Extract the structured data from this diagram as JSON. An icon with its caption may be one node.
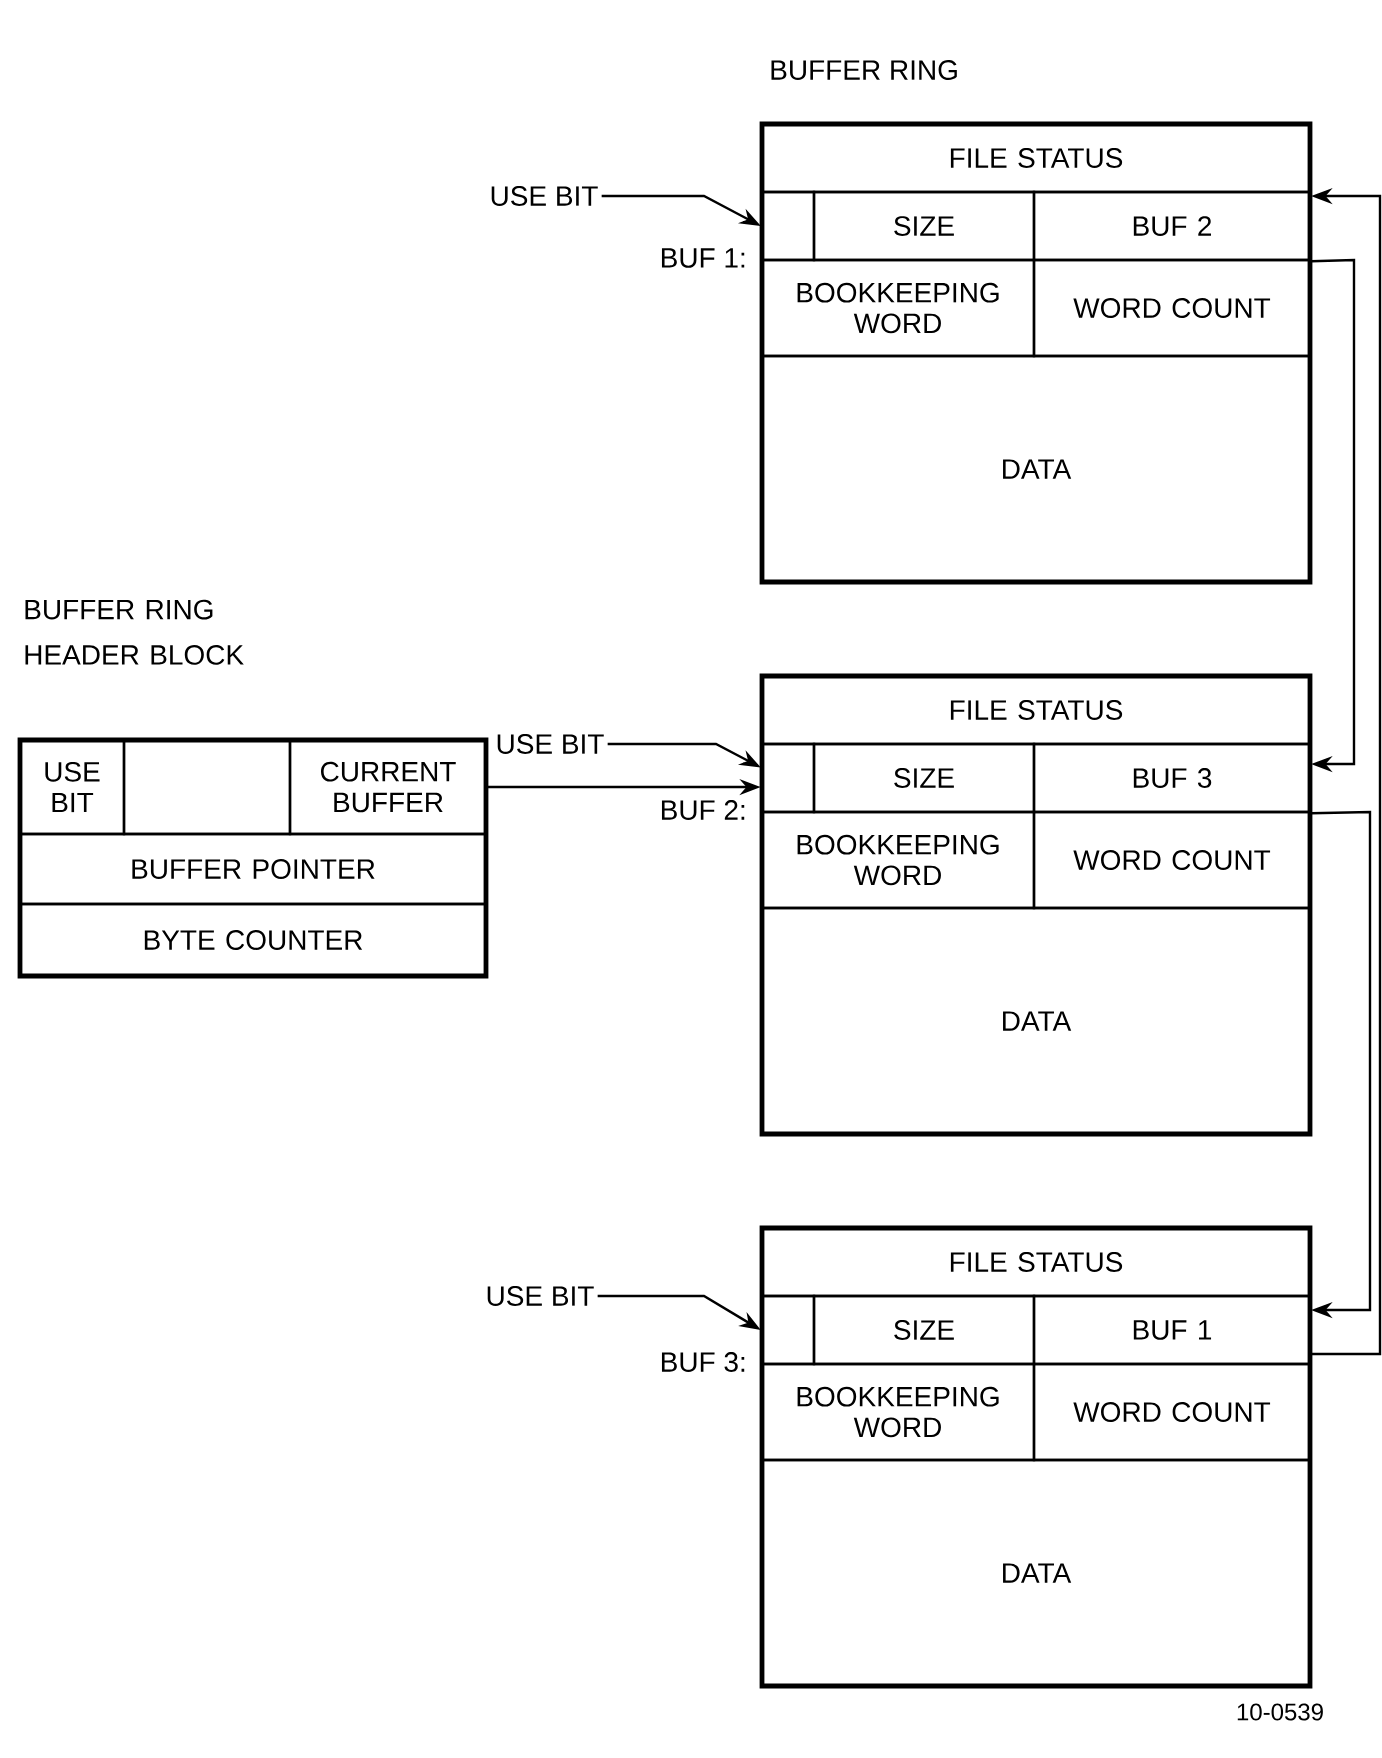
{
  "diagram": {
    "title": "BUFFER RING",
    "nodes": [
      {
        "text": [
          "USE BIT"
        ]
      },
      {
        "text": [],
        "shape": "box",
        "beside": [
          "BUF 1:"
        ]
      },
      {
        "text": [
          "FILE STATUS"
        ],
        "in": 1
      },
      {
        "text": [],
        "shape": "box",
        "in": 1
      },
      {
        "text": [
          "SIZE"
        ],
        "in": 1
      },
      {
        "text": [
          "BUF 2"
        ],
        "in": 1
      },
      {
        "text": [
          "BOOKKEEPING WORD"
        ],
        "in": 1
      },
      {
        "text": [
          "WORD COUNT"
        ],
        "in": 1
      },
      {
        "text": [
          "DATA"
        ],
        "in": 1
      },
      {
        "text": [
          "BUFFER RING HEADER BLOCK"
        ]
      },
      {
        "text": [
          "USE BIT"
        ],
        "in": 9
      },
      {
        "text": [],
        "shape": "box",
        "in": 9
      },
      {
        "text": [
          "CURRENT BUFFER"
        ],
        "in": 9
      },
      {
        "text": [
          "BUFFER POINTER"
        ],
        "in": 9
      },
      {
        "text": [
          "BYTE COUNTER"
        ],
        "in": 9
      },
      {
        "text": [
          "USE BIT"
        ]
      },
      {
        "text": [],
        "shape": "box",
        "beside": [
          "BUF 2:"
        ]
      },
      {
        "text": [
          "FILE STATUS"
        ],
        "in": 16
      },
      {
        "text": [],
        "shape": "box",
        "in": 16
      },
      {
        "text": [
          "SIZE"
        ],
        "in": 16
      },
      {
        "text": [
          "BUF 3"
        ],
        "in": 16
      },
      {
        "text": [
          "BOOKKEEPING WORD"
        ],
        "in": 16
      },
      {
        "text": [
          "WORD COUNT"
        ],
        "in": 16
      },
      {
        "text": [
          "DATA"
        ],
        "in": 16
      },
      {
        "text": [
          "USE BIT"
        ]
      },
      {
        "text": [],
        "shape": "box",
        "beside": [
          "BUF 3:"
        ]
      },
      {
        "text": [
          "FILE STATUS"
        ],
        "in": 25
      },
      {
        "text": [],
        "shape": "box",
        "in": 25
      },
      {
        "text": [
          "SIZE"
        ],
        "in": 25
      },
      {
        "text": [
          "BUF 1"
        ],
        "in": 25
      },
      {
        "text": [
          "BOOKKEEPING WORD"
        ],
        "in": 25
      },
      {
        "text": [
          "WORD COUNT"
        ],
        "in": 25
      },
      {
        "text": [
          "DATA"
        ],
        "in": 25
      }
    ],
    "edges": [
      {
        "from": 0,
        "to": 3,
        "arrow": "to"
      },
      {
        "from": 12,
        "to": 18,
        "arrow": "to"
      },
      {
        "from": 15,
        "to": 18,
        "arrow": "to"
      },
      {
        "from": 5,
        "to": 20,
        "arrow": "to"
      },
      {
        "from": 20,
        "to": 29,
        "arrow": "to"
      },
      {
        "from": 29,
        "to": 5,
        "arrow": "to"
      },
      {
        "from": 24,
        "to": 27,
        "arrow": "to"
      }
    ],
    "labels": [
      "10-0539"
    ]
  }
}
